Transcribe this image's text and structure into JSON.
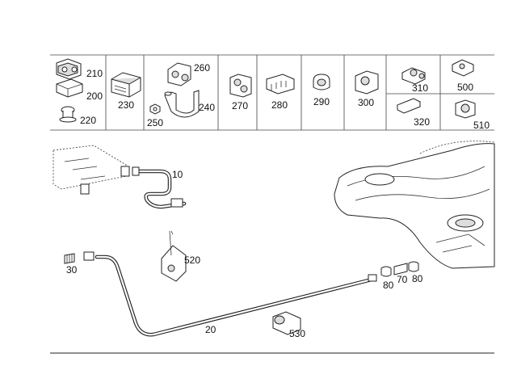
{
  "callouts": {
    "p210": "210",
    "p200": "200",
    "p220": "220",
    "p230": "230",
    "p260": "260",
    "p240": "240",
    "p250": "250",
    "p270": "270",
    "p280": "280",
    "p290": "290",
    "p300": "300",
    "p310": "310",
    "p500": "500",
    "p320": "320",
    "p510": "510",
    "p10": "10",
    "p20": "20",
    "p30": "30",
    "p520": "520",
    "p530": "530",
    "p80a": "80",
    "p70": "70",
    "p80b": "80"
  }
}
